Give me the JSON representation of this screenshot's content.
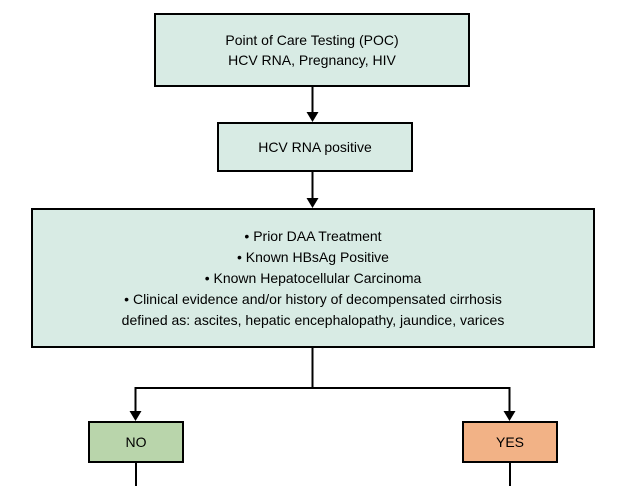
{
  "diagram": {
    "nodes": {
      "poc": {
        "lines": [
          "Point of Care Testing (POC)",
          "HCV RNA, Pregnancy, HIV"
        ],
        "fill": "#d8ebe4"
      },
      "hcv_positive": {
        "label": "HCV RNA positive",
        "fill": "#d8ebe4"
      },
      "criteria": {
        "lines": [
          "• Prior DAA Treatment",
          "• Known HBsAg Positive",
          "• Known Hepatocellular Carcinoma",
          "• Clinical evidence and/or history of decompensated cirrhosis",
          "defined as: ascites, hepatic encephalopathy, jaundice, varices"
        ],
        "fill": "#d8ebe4"
      },
      "no": {
        "label": "NO",
        "fill": "#b9d5ab"
      },
      "yes": {
        "label": "YES",
        "fill": "#f2b286"
      }
    },
    "colors": {
      "box_fill_mint": "#d8ebe4",
      "no_fill_green": "#b9d5ab",
      "yes_fill_orange": "#f2b286",
      "border": "#000000",
      "connector": "#000000",
      "text": "#000000",
      "background": "#ffffff"
    }
  }
}
